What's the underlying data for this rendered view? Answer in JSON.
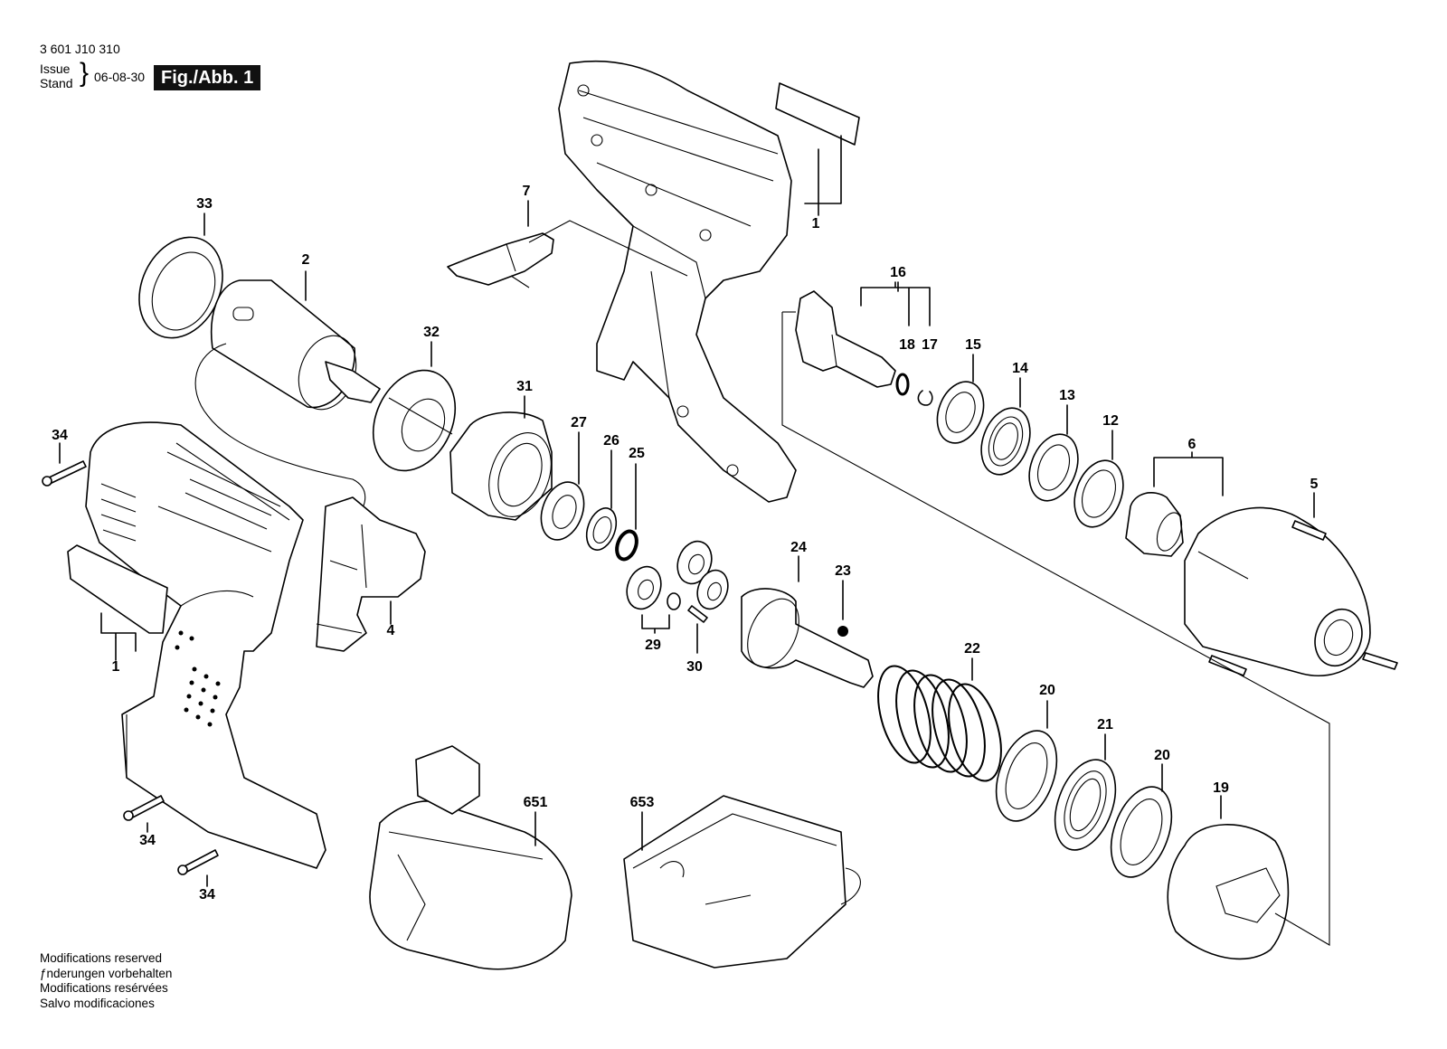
{
  "header": {
    "part_number": "3 601 J10 310",
    "issue_label": "Issue",
    "stand_label": "Stand",
    "date": "06-08-30",
    "figure_label": "Fig./Abb. 1"
  },
  "notes": [
    "Modifications reserved",
    "ƒnderungen vorbehalten",
    "Modifications resérvées",
    "Salvo modificaciones"
  ],
  "parts": [
    {
      "num": "1"
    },
    {
      "num": "1"
    },
    {
      "num": "2"
    },
    {
      "num": "4"
    },
    {
      "num": "5"
    },
    {
      "num": "6"
    },
    {
      "num": "7"
    },
    {
      "num": "12"
    },
    {
      "num": "13"
    },
    {
      "num": "14"
    },
    {
      "num": "15"
    },
    {
      "num": "16"
    },
    {
      "num": "17"
    },
    {
      "num": "18"
    },
    {
      "num": "19"
    },
    {
      "num": "20"
    },
    {
      "num": "20"
    },
    {
      "num": "21"
    },
    {
      "num": "22"
    },
    {
      "num": "23"
    },
    {
      "num": "24"
    },
    {
      "num": "25"
    },
    {
      "num": "26"
    },
    {
      "num": "27"
    },
    {
      "num": "29"
    },
    {
      "num": "30"
    },
    {
      "num": "31"
    },
    {
      "num": "32"
    },
    {
      "num": "33"
    },
    {
      "num": "34"
    },
    {
      "num": "34"
    },
    {
      "num": "34"
    },
    {
      "num": "651"
    },
    {
      "num": "653"
    }
  ]
}
